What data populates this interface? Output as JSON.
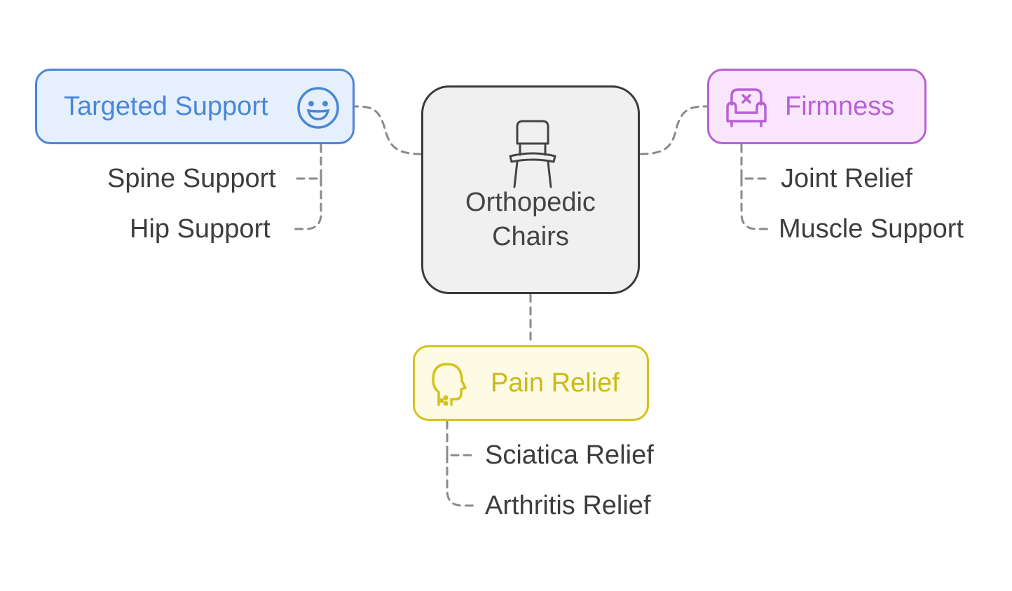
{
  "diagram": {
    "center": {
      "label": "Orthopedic Chairs",
      "icon": "chair-icon",
      "border": "#3a3a3a",
      "fill": "#f0f0f0"
    },
    "branches": [
      {
        "label": "Targeted Support",
        "icon": "smiling-face-icon",
        "color": "#4a86d9",
        "fill": "#e6f0fd",
        "children": [
          "Spine Support",
          "Hip Support"
        ]
      },
      {
        "label": "Firmness",
        "icon": "armchair-icon",
        "color": "#b960d6",
        "fill": "#f9e6fc",
        "children": [
          "Joint Relief",
          "Muscle Support"
        ]
      },
      {
        "label": "Pain Relief",
        "icon": "head-profile-icon",
        "color": "#d4c21c",
        "fill": "#fdfbe3",
        "children": [
          "Sciatica Relief",
          "Arthritis Relief"
        ]
      }
    ],
    "connector_color": "#8a8a8a"
  }
}
